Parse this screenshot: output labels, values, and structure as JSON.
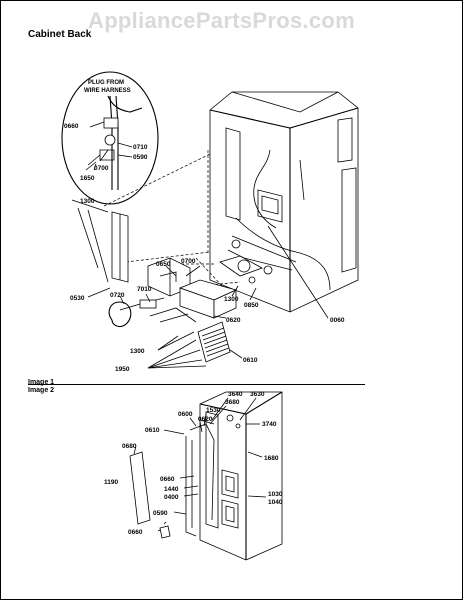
{
  "watermark": "AppliancePartsPros.com",
  "title": "Cabinet Back",
  "image1_label": "Image 1",
  "image2_label": "Image 2",
  "inset_note_line1": "PLUG FROM",
  "inset_note_line2": "WIRE HARNESS",
  "callouts_image1": {
    "c0660": "0660",
    "c0710": "0710",
    "c0700a": "0700",
    "c0590": "0590",
    "c1650": "1650",
    "c1300a": "1300",
    "c0530": "0530",
    "c0720": "0720",
    "c7010": "7010",
    "c0650": "0650",
    "c0700b": "0700",
    "c1300b": "1300",
    "c0850": "0850",
    "c0620": "0620",
    "c0060": "0060",
    "c1300c": "1300",
    "c0610": "0610",
    "c1950": "1950"
  },
  "callouts_image2": {
    "c3640": "3640",
    "c3630": "3630",
    "c3680": "3680",
    "c1530": "1530",
    "c0600": "0600",
    "c0620": "0620",
    "c3740": "3740",
    "c0610": "0610",
    "c0680": "0680",
    "c1680": "1680",
    "c1190": "1190",
    "c0660a": "0660",
    "c1440": "1440",
    "c0400": "0400",
    "c1030": "1030",
    "c1040": "1040",
    "c0590": "0590",
    "c0660b": "0660"
  }
}
